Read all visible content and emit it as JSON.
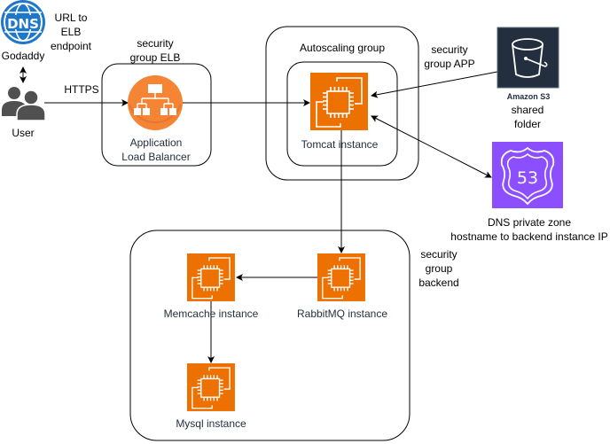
{
  "diagram": {
    "title": "",
    "nodes": {
      "godaddy": {
        "label": "Godaddy",
        "icon": "dns-globe-icon",
        "color": "#1f77c9"
      },
      "url_note": {
        "label": "URL to\nELB\nendpoint"
      },
      "user": {
        "label": "User",
        "icon": "users-icon",
        "color": "#505050"
      },
      "https": {
        "label": "HTTPS"
      },
      "elb_group": {
        "label": "security\ngroup ELB"
      },
      "alb": {
        "label": "Application\nLoad Balancer",
        "icon": "load-balancer-icon",
        "color": "#f58534"
      },
      "asg": {
        "label": "Autoscaling group"
      },
      "app_group": {
        "label": "security\ngroup APP"
      },
      "tomcat": {
        "label": "Tomcat instance",
        "icon": "ec2-instance-icon",
        "color": "#ed7100"
      },
      "s3": {
        "service": "Amazon S3",
        "label": "shared\nfolder",
        "icon": "s3-bucket-icon",
        "color": "#232f3e"
      },
      "route53": {
        "label": "DNS private zone\nhostname to backend instance IP",
        "icon": "route53-icon",
        "glyph": "53",
        "color": "#8c4fff"
      },
      "backend_group": {
        "label": "security\ngroup\nbackend"
      },
      "rabbitmq": {
        "label": "RabbitMQ instance",
        "icon": "ec2-instance-icon",
        "color": "#ed7100"
      },
      "memcache": {
        "label": "Memcache instance",
        "icon": "ec2-instance-icon",
        "color": "#ed7100"
      },
      "mysql": {
        "label": "Mysql instance",
        "icon": "ec2-instance-icon",
        "color": "#ed7100"
      }
    },
    "edges": [
      {
        "from": "godaddy",
        "to": "user",
        "bidirectional": true
      },
      {
        "from": "user",
        "to": "alb",
        "label": "HTTPS"
      },
      {
        "from": "alb",
        "to": "tomcat"
      },
      {
        "from": "s3",
        "to": "tomcat"
      },
      {
        "from": "tomcat",
        "to": "route53",
        "bidirectional": true
      },
      {
        "from": "tomcat",
        "to": "rabbitmq"
      },
      {
        "from": "rabbitmq",
        "to": "memcache"
      },
      {
        "from": "memcache",
        "to": "mysql"
      }
    ]
  }
}
